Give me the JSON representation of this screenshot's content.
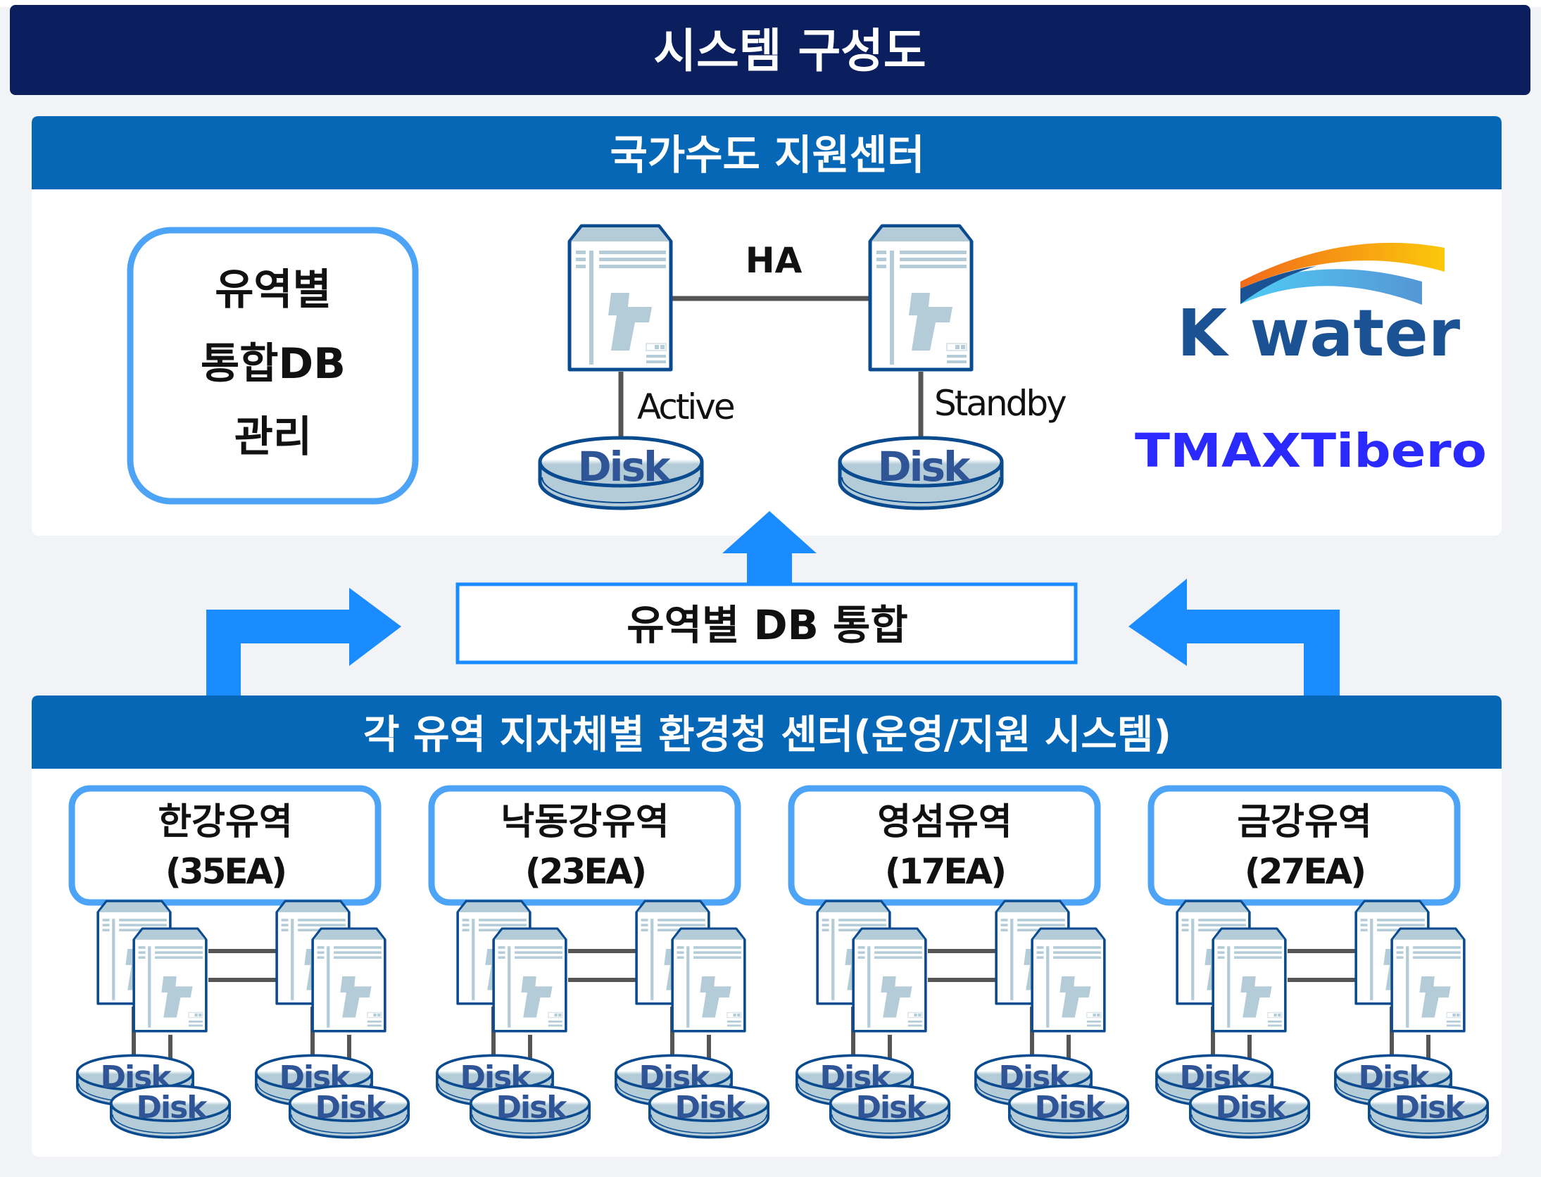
{
  "title": "시스템 구성도",
  "colors": {
    "title_bg": "#0b1f5e",
    "panel_header": "#0567b5",
    "accent_border": "#4da3f5",
    "arrow": "#1a8cff",
    "server_outline": "#0a4a8f",
    "server_fill": "#b3ccd8",
    "disk_text": "#2f5597",
    "tibero": "#2a2aff",
    "kwater": "#1a5294"
  },
  "top_panel": {
    "header": "국가수도 지원센터",
    "left_box": [
      "유역별",
      "통합DB",
      "관리"
    ],
    "ha_label": "HA",
    "active_label": "Active",
    "standby_label": "Standby",
    "disk_label": "Disk",
    "logos": {
      "kwater": "K water",
      "tibero": "TMAXTibero"
    }
  },
  "integration_box": "유역별 DB 통합",
  "bottom_panel": {
    "header": "각 유역 지자체별 환경청 센터(운영/지원 시스템)",
    "disk_label": "Disk",
    "regions": [
      {
        "name": "한강유역",
        "count": "(35EA)"
      },
      {
        "name": "낙동강유역",
        "count": "(23EA)"
      },
      {
        "name": "영섬유역",
        "count": "(17EA)"
      },
      {
        "name": "금강유역",
        "count": "(27EA)"
      }
    ]
  }
}
